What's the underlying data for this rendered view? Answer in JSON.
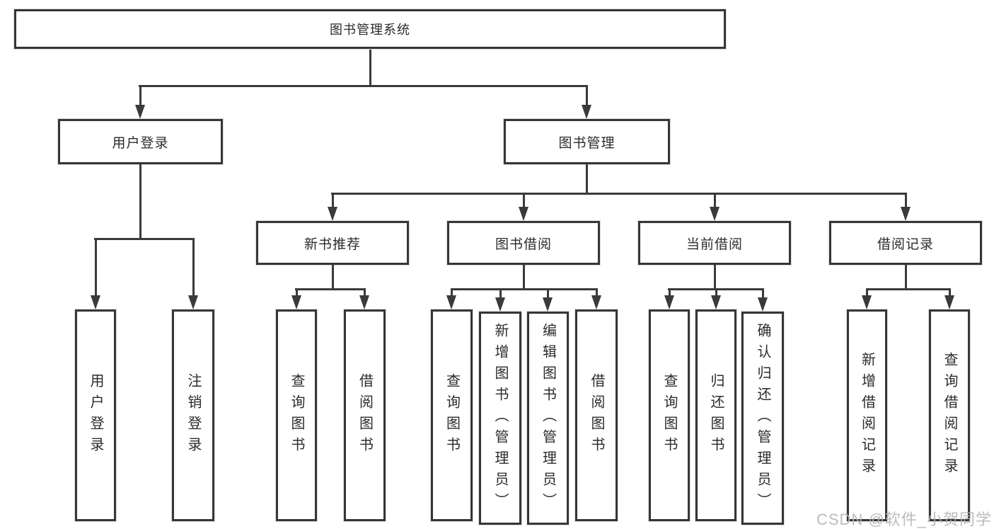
{
  "diagram": {
    "type": "tree",
    "root": {
      "label": "图书管理系统"
    },
    "level2": [
      {
        "label": "用户登录"
      },
      {
        "label": "图书管理"
      }
    ],
    "level3": [
      {
        "label": "新书推荐"
      },
      {
        "label": "图书借阅"
      },
      {
        "label": "当前借阅"
      },
      {
        "label": "借阅记录"
      }
    ],
    "leaves": {
      "user_login": [
        "用户登录",
        "注销登录"
      ],
      "new_book": [
        "查询图书",
        "借阅图书"
      ],
      "book_borrow": [
        "查询图书",
        "新增图书（管理员）",
        "编辑图书（管理员）",
        "借阅图书"
      ],
      "current_borrow": [
        "查询图书",
        "归还图书",
        "确认归还（管理员）"
      ],
      "borrow_records": [
        "新增借阅记录",
        "查询借阅记录"
      ]
    }
  },
  "watermark": {
    "text": "CSDN @软件_小贺同学"
  },
  "colors": {
    "background": "#ffffff",
    "line": "#3a3a3a",
    "border": "#363636",
    "text": "#2b2b2b",
    "watermark": "#b5b5b5"
  }
}
